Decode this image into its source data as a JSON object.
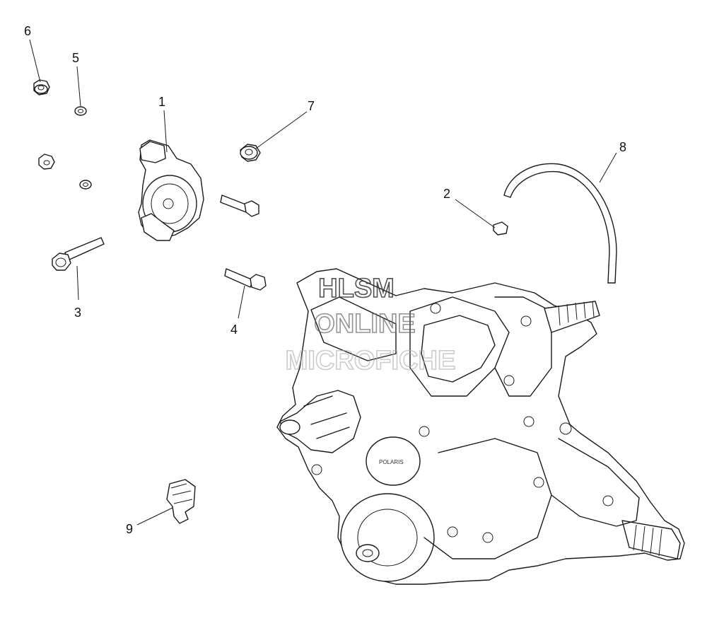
{
  "callouts": [
    {
      "id": "1",
      "label": "1"
    },
    {
      "id": "2",
      "label": "2"
    },
    {
      "id": "3",
      "label": "3"
    },
    {
      "id": "4",
      "label": "4"
    },
    {
      "id": "5",
      "label": "5"
    },
    {
      "id": "6",
      "label": "6"
    },
    {
      "id": "7",
      "label": "7"
    },
    {
      "id": "8",
      "label": "8"
    },
    {
      "id": "9",
      "label": "9"
    }
  ],
  "watermark": {
    "line1": "HLSM",
    "line2": "ONLINE",
    "line3": "MICROFICHE",
    "color": "#3a3a3a"
  },
  "housing_brand": "POLARIS"
}
